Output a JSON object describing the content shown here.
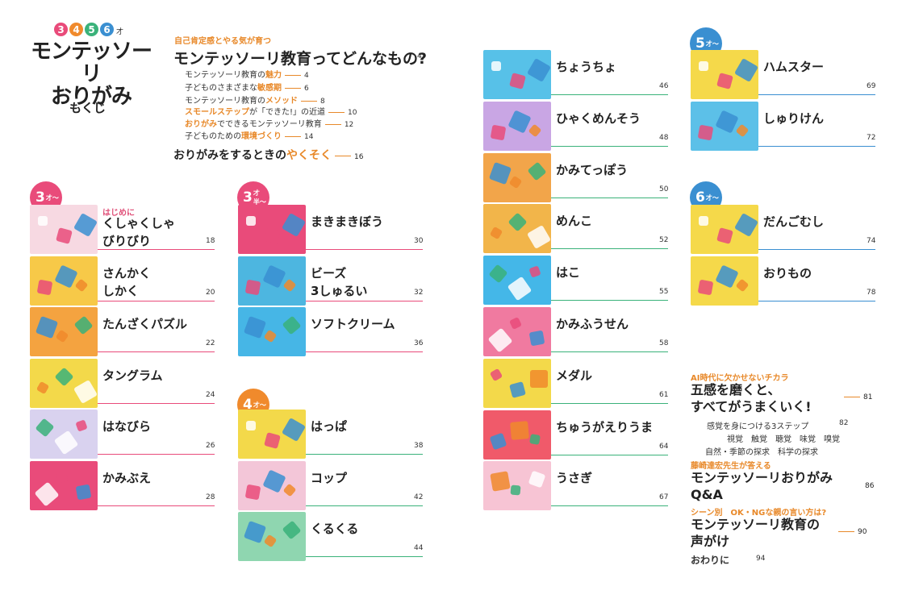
{
  "header": {
    "ages": [
      {
        "n": "3",
        "color": "#e94b7a"
      },
      {
        "n": "4",
        "color": "#f08a2c"
      },
      {
        "n": "5",
        "color": "#3ab27a"
      },
      {
        "n": "6",
        "color": "#3a8fd1"
      }
    ],
    "age_suffix": "才",
    "book_title": "モンテッソーリ\nおりがみ",
    "contents_label": "もくじ"
  },
  "intro": {
    "kicker": "自己肯定感とやる気が育つ",
    "title": "モンテッソーリ教育ってどんなもの?",
    "title_page": "4",
    "items": [
      {
        "pre": "モンテッソーリ教育の",
        "hl": "魅力",
        "post": "",
        "page": "4"
      },
      {
        "pre": "子どものさまざまな",
        "hl": "敏感期",
        "post": "",
        "page": "6"
      },
      {
        "pre": "モンテッソーリ教育の",
        "hl": "メソッド",
        "post": "",
        "page": "8"
      },
      {
        "pre": "",
        "hl": "スモールステップ",
        "post": "が「できた!」の近道",
        "page": "10"
      },
      {
        "pre": "",
        "hl": "おりがみ",
        "post": "でできるモンテッソーリ教育",
        "page": "12"
      },
      {
        "pre": "子どものための",
        "hl": "環境づくり",
        "post": "",
        "page": "14"
      }
    ],
    "promise_pre": "おりがみをするときの",
    "promise_hl": "やくそく",
    "promise_page": "16"
  },
  "sections": {
    "age3": {
      "num": "3",
      "suffix": "才〜",
      "color": "#e94b7a"
    },
    "age3_half": {
      "num": "3",
      "suffix": "才半〜",
      "color": "#e94b7a"
    },
    "age4": {
      "num": "4",
      "suffix": "才〜",
      "color": "#f08a2c"
    },
    "age5": {
      "num": "5",
      "suffix": "才〜",
      "color": "#3a8fd1"
    },
    "age6": {
      "num": "6",
      "suffix": "才〜",
      "color": "#3a8fd1"
    }
  },
  "items": {
    "col1": [
      {
        "kicker": "はじめに",
        "label": "くしゃくしゃ\nびりびり",
        "page": "18"
      },
      {
        "label": "さんかく\nしかく",
        "page": "20"
      },
      {
        "label": "たんざくパズル",
        "page": "22"
      },
      {
        "label": "タングラム",
        "page": "24"
      },
      {
        "label": "はなびら",
        "page": "26"
      },
      {
        "label": "かみぶえ",
        "page": "28"
      }
    ],
    "col2a": [
      {
        "label": "まきまきぼう",
        "page": "30"
      },
      {
        "label": "ビーズ\n3しゅるい",
        "page": "32"
      },
      {
        "label": "ソフトクリーム",
        "page": "36"
      }
    ],
    "col2b": [
      {
        "label": "はっぱ",
        "page": "38"
      },
      {
        "label": "コップ",
        "page": "42"
      },
      {
        "label": "くるくる",
        "page": "44"
      }
    ],
    "col3": [
      {
        "label": "ちょうちょ",
        "page": "46"
      },
      {
        "label": "ひゃくめんそう",
        "page": "48"
      },
      {
        "label": "かみてっぽう",
        "page": "50"
      },
      {
        "label": "めんこ",
        "page": "52"
      },
      {
        "label": "はこ",
        "page": "55"
      },
      {
        "label": "かみふうせん",
        "page": "58"
      },
      {
        "label": "メダル",
        "page": "61"
      },
      {
        "label": "ちゅうがえりうま",
        "page": "64"
      },
      {
        "label": "うさぎ",
        "page": "67"
      }
    ],
    "col4a": [
      {
        "label": "ハムスター",
        "page": "69"
      },
      {
        "label": "しゅりけん",
        "page": "72"
      }
    ],
    "col4b": [
      {
        "label": "だんごむし",
        "page": "74"
      },
      {
        "label": "おりもの",
        "page": "78"
      }
    ]
  },
  "extras": {
    "ai_kicker": "AI時代に欠かせないチカラ",
    "ai_title": "五感を磨くと、\nすべてがうまくいく!",
    "ai_page": "81",
    "steps_label": "感覚を身につける3ステップ",
    "steps_page": "82",
    "senses": "視覚　触覚　聴覚　味覚　嗅覚",
    "explore": "自然・季節の探求　科学の探求",
    "qa_kicker": "藤崎達宏先生が答える",
    "qa_title": "モンテッソーリおりがみ\nQ&A",
    "qa_page": "86",
    "scene_kicker": "シーン別　OK・NGな親の言い方は?",
    "scene_title": "モンテッソーリ教育の\n声がけ",
    "scene_page": "90",
    "end_label": "おわりに",
    "end_page": "94"
  },
  "colors": {
    "accent_orange": "#e8892a",
    "accent_pink": "#e94b7a",
    "line_pink": "#e94b7a",
    "line_orange": "#f08a2c",
    "line_green": "#3ab27a",
    "line_blue": "#3a8fd1"
  }
}
